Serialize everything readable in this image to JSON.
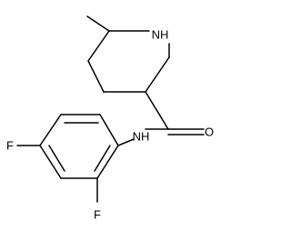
{
  "molecule": {
    "atoms": [
      {
        "id": "nh_ring",
        "label": "NH"
      },
      {
        "id": "o",
        "label": "O"
      },
      {
        "id": "nh_amide",
        "label": "NH"
      },
      {
        "id": "f_para",
        "label": "F"
      },
      {
        "id": "f_ortho",
        "label": "F"
      }
    ]
  }
}
